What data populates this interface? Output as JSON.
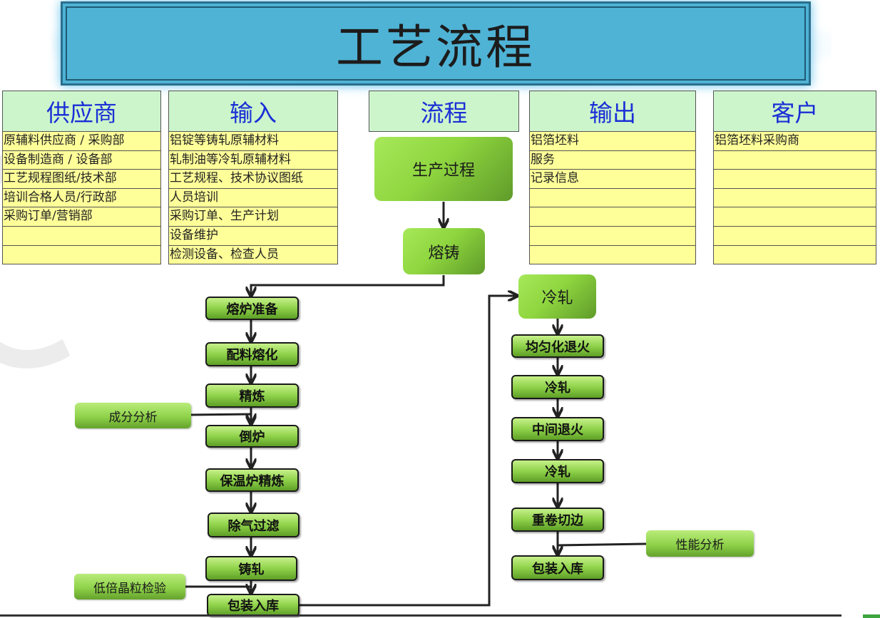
{
  "title": "工艺流程",
  "columns": {
    "supplier": {
      "header": "供应商",
      "rows": [
        "原辅料供应商 / 采购部",
        "设备制造商 / 设备部",
        "工艺规程图纸/技术部",
        "培训合格人员/行政部",
        "采购订单/营销部",
        "",
        ""
      ]
    },
    "input": {
      "header": "输入",
      "rows": [
        "铝锭等铸轧原辅材料",
        "轧制油等冷轧原辅材料",
        "工艺规程、技术协议图纸",
        "人员培训",
        "采购订单、生产计划",
        "设备维护",
        "检测设备、检查人员"
      ]
    },
    "process": {
      "header": "流程"
    },
    "output": {
      "header": "输出",
      "rows": [
        "铝箔坯料",
        "服务",
        "记录信息",
        "",
        "",
        "",
        ""
      ]
    },
    "customer": {
      "header": "客户",
      "rows": [
        "铝箔坯料采购商",
        "",
        "",
        "",
        "",
        "",
        ""
      ]
    }
  },
  "flow": {
    "main": [
      "生产过程",
      "熔铸",
      "冷轧"
    ],
    "casting_steps": [
      "熔炉准备",
      "配料熔化",
      "精炼",
      "倒炉",
      "保温炉精炼",
      "除气过滤",
      "铸轧",
      "包装入库"
    ],
    "rolling_steps": [
      "均匀化退火",
      "冷轧",
      "中间退火",
      "冷轧",
      "重卷切边",
      "包装入库"
    ],
    "side_inputs": [
      "成分分析",
      "低倍晶粒检验",
      "性能分析"
    ]
  }
}
